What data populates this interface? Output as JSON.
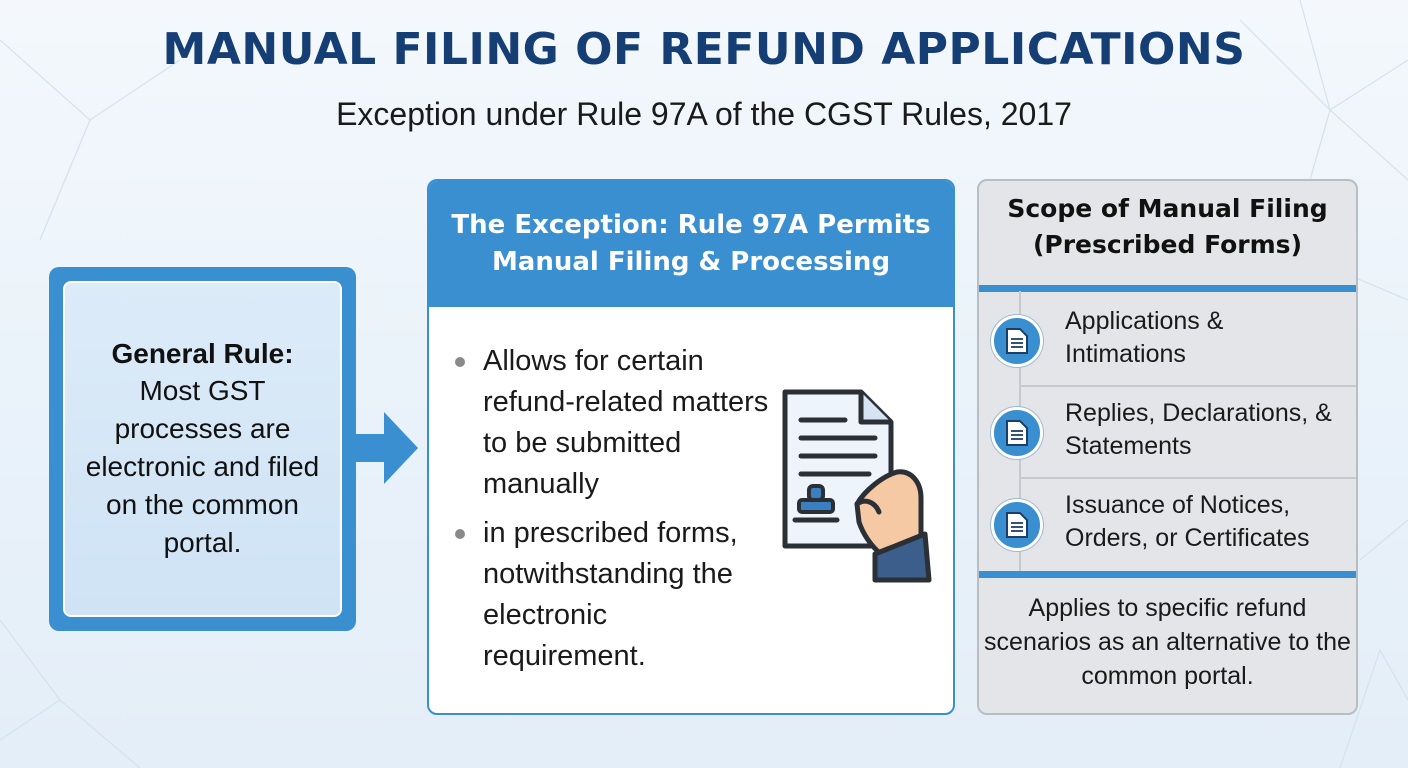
{
  "title": "MANUAL FILING OF REFUND APPLICATIONS",
  "subtitle": "Exception under Rule 97A of the CGST Rules, 2017",
  "general_rule": {
    "heading": "General Rule:",
    "body": "Most GST processes are electronic and filed on the common portal."
  },
  "exception": {
    "heading_line1": "The Exception: Rule 97A Permits",
    "heading_line2": "Manual Filing & Processing",
    "bullets": [
      "Allows for certain refund-related matters to be submitted manually",
      "in prescribed forms, notwithstanding the electronic requirement."
    ]
  },
  "scope": {
    "heading_line1": "Scope of Manual Filing",
    "heading_line2": "(Prescribed Forms)",
    "items": [
      {
        "line1": "Applications &",
        "line2": "Intimations",
        "icon": "document-icon"
      },
      {
        "line1": "Replies, Declarations, &",
        "line2": "Statements",
        "icon": "document-icon"
      },
      {
        "line1": "Issuance of Notices,",
        "line2": "Orders, or Certificates",
        "icon": "document-icon"
      }
    ],
    "footer": "Applies to specific refund scenarios as an alternative to the common portal."
  },
  "colors": {
    "title": "#153e75",
    "accent_blue": "#3a8fd0",
    "panel_grey": "#e3e5e8"
  }
}
